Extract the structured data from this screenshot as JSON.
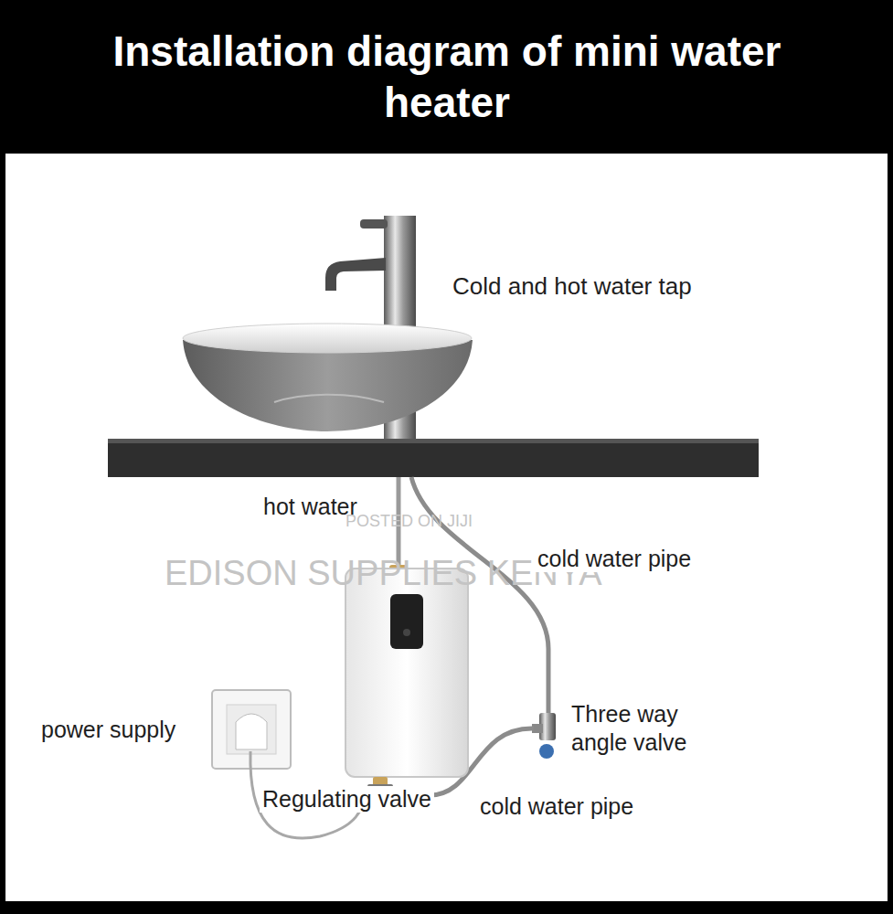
{
  "diagram": {
    "title": "Installation diagram of mini water heater",
    "labels": [
      "Cold and hot water tap",
      "hot water",
      "POSTED ON JIJI",
      "EDISON SUPPLIES KENYA",
      "cold water pipe",
      "power supply",
      "Three way angle valve",
      "Regulating valve",
      "cold water pipe"
    ]
  }
}
